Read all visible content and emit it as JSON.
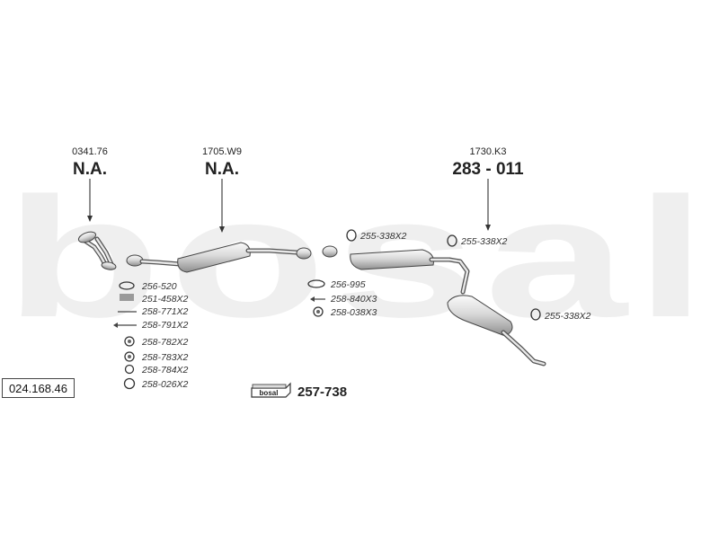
{
  "watermark": "bosal",
  "reference_number": "024.168.46",
  "components": {
    "front_pipe": {
      "ref": "0341.76",
      "part": "N.A."
    },
    "middle_silencer": {
      "ref": "1705.W9",
      "part": "N.A."
    },
    "rear_silencer": {
      "ref": "1730.K3",
      "part": "283 - 011"
    }
  },
  "fittings_left": [
    "256-520",
    "251-458X2",
    "258-771X2",
    "258-791X2",
    "258-782X2",
    "258-783X2",
    "258-784X2",
    "258-026X2"
  ],
  "fittings_middle": [
    "256-995",
    "258-840X3",
    "258-038X3"
  ],
  "hangers": {
    "top_1": "255-338X2",
    "top_2": "255-338X2",
    "right": "255-338X2"
  },
  "mounting_kit": {
    "brand_label": "bosal",
    "part": "257-738"
  }
}
